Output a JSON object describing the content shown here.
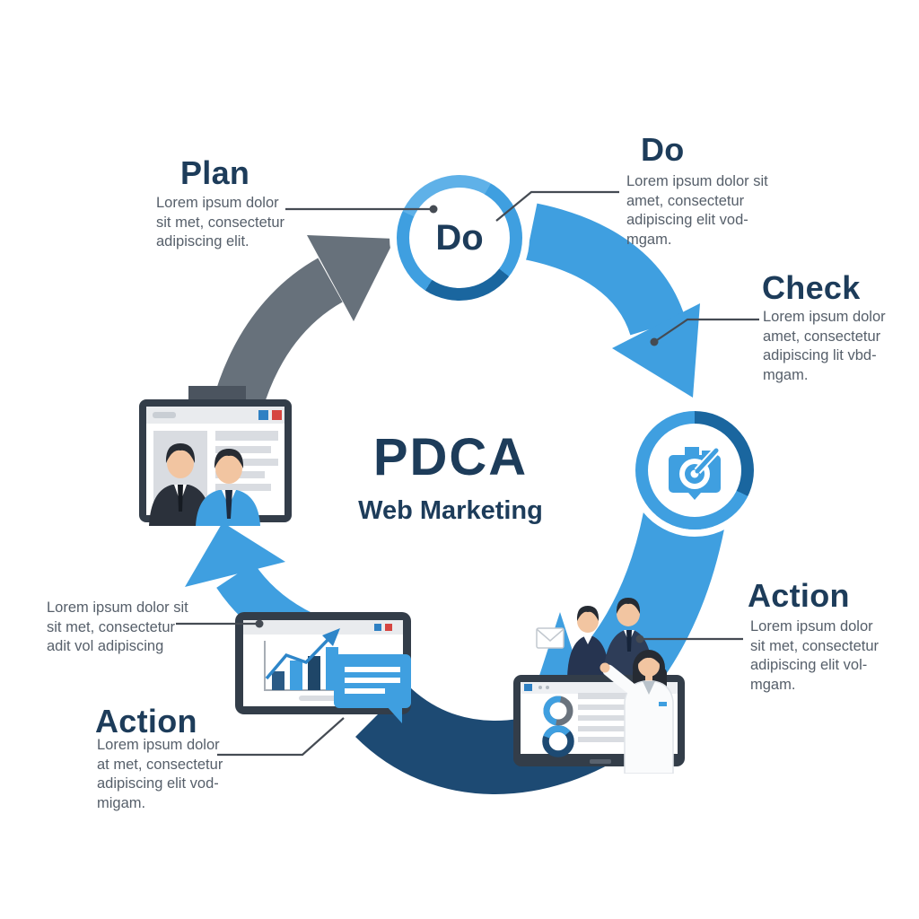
{
  "title": {
    "main": "PDCA",
    "subtitle": "Web Marketing"
  },
  "badges": {
    "do_circle": "Do"
  },
  "sections": {
    "plan": {
      "heading": "Plan",
      "body_lines": [
        "Lorem ipsum dolor",
        "sit met, consectetur",
        "adipiscing elit."
      ]
    },
    "do": {
      "heading": "Do",
      "body_lines": [
        "Lorem ipsum dolor sit",
        "amet, consectetur",
        "adipiscing elit vod-",
        "mgam."
      ]
    },
    "check": {
      "heading": "Check",
      "body_lines": [
        "Lorem ipsum dolor",
        "amet, consectetur",
        "adipiscing lit vbd-",
        "mgam."
      ]
    },
    "action_right": {
      "heading": "Action",
      "body_lines": [
        "Lorem ipsum dolor",
        "sit met, consectetur",
        "adipiscing elit vol-",
        "mgam."
      ]
    },
    "note_left": {
      "body_lines": [
        "Lorem ipsum dolor sit",
        "sit met, consectetur",
        "adit vol adipiscing"
      ]
    },
    "action_left": {
      "heading": "Action",
      "body_lines": [
        "Lorem ipsum dolor",
        "at met, consectetur",
        "adipiscing elit vod-",
        "migam."
      ]
    }
  },
  "icons": {
    "check_circle": "camera-target-icon",
    "plan_step": "browser-team-icon",
    "action_left_step": "analytics-tablet-icon",
    "action_right_step": "team-presentation-icon"
  },
  "colors": {
    "light_blue": "#3f9fe0",
    "light_blue_tint": "#5fb1e8",
    "dark_blue": "#1a669f",
    "navy_text": "#1d3c5a",
    "arrow_gray": "#67717b",
    "band_navy": "#1d4a73",
    "body_text": "#565f6a",
    "frame_dark": "#333d49",
    "ui_red": "#d64541",
    "ui_blue": "#2f80c3",
    "ui_gray": "#d9dce1",
    "skin": "#f2c5a1",
    "hair_dark": "#262b33",
    "connector": "#454b53"
  }
}
